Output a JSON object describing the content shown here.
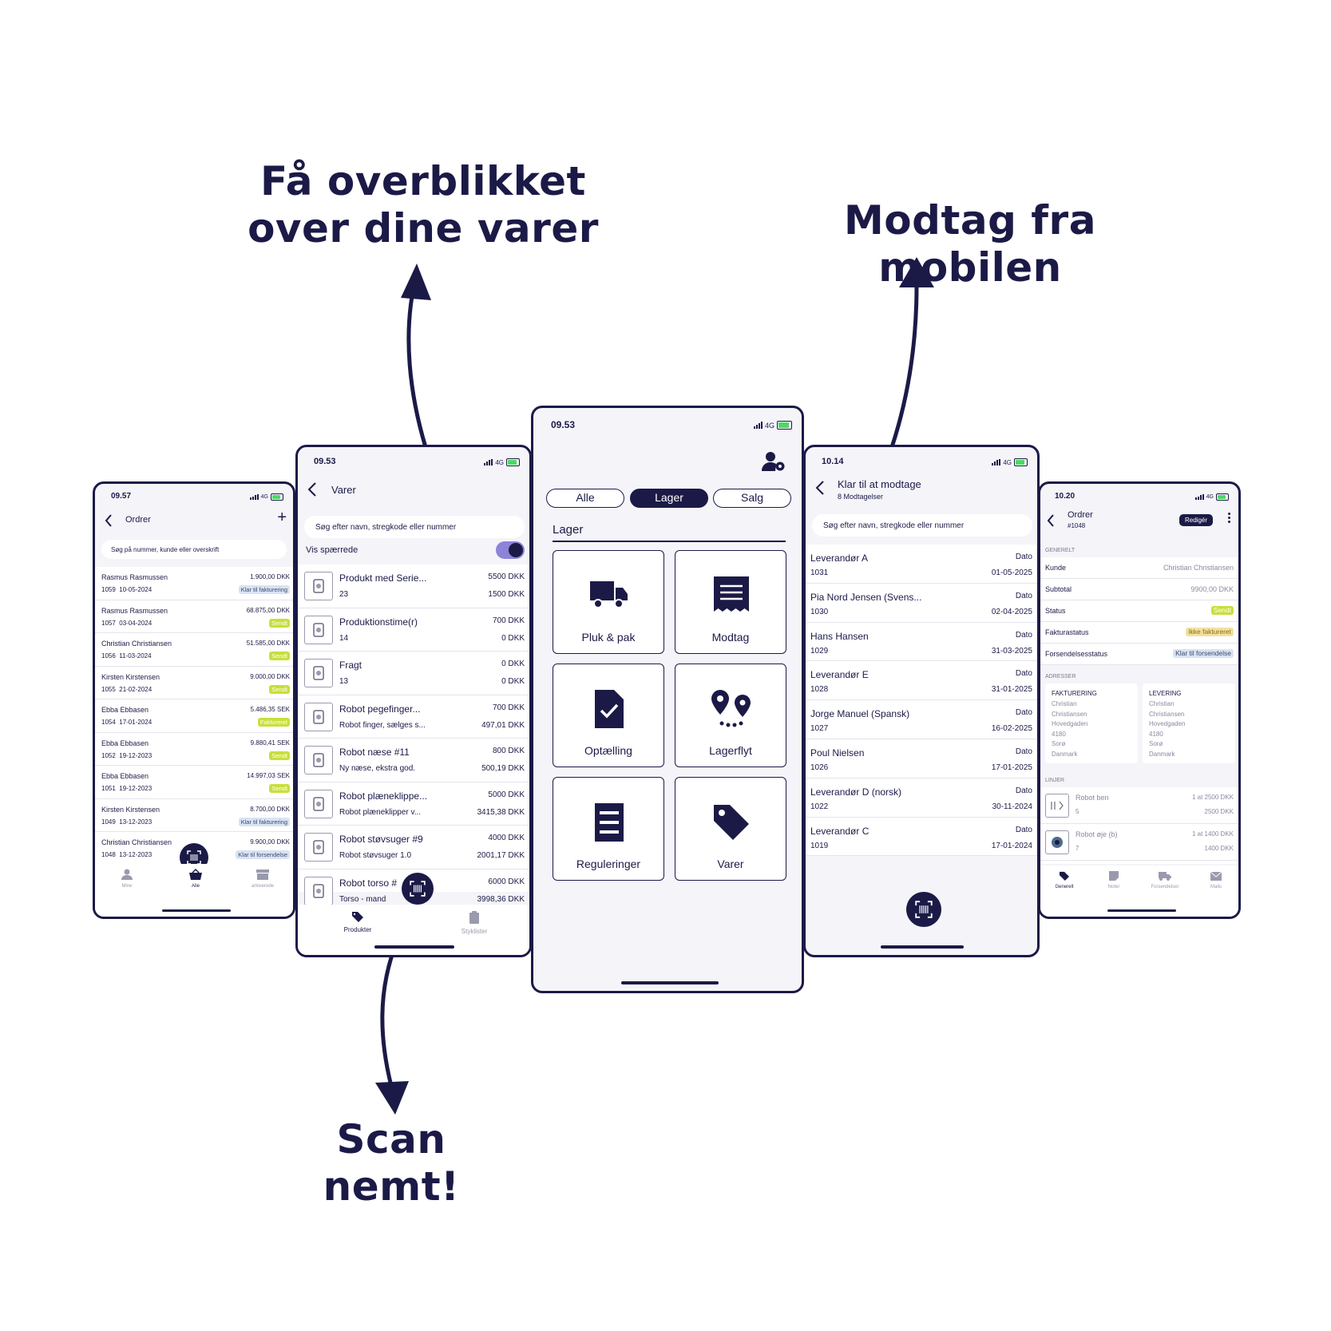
{
  "headlines": {
    "overview": "Få overblikket over dine varer",
    "receive": "Modtag fra mobilen",
    "scan": "Scan nemt!"
  },
  "colors": {
    "brand_navy": "#1b1a47",
    "badge_green": "#c8df3b",
    "badge_blue": "#d8e3f4",
    "badge_yellow": "#f3e1a0"
  },
  "orders": {
    "time": "09.57",
    "network": "4G",
    "title": "Ordrer",
    "search_placeholder": "Søg på nummer, kunde eller overskrift",
    "rows": [
      {
        "name": "Rasmus Rasmussen",
        "amount": "1.900,00 DKK",
        "meta": "1059  10-05-2024",
        "status": "Klar til fakturering",
        "style": "blue"
      },
      {
        "name": "Rasmus Rasmussen",
        "amount": "68.875,00 DKK",
        "meta": "1057  03-04-2024",
        "status": "Sendt",
        "style": "green"
      },
      {
        "name": "Christian Christiansen",
        "amount": "51.585,00 DKK",
        "meta": "1056  11-03-2024",
        "status": "Sendt",
        "style": "green"
      },
      {
        "name": "Kirsten Kirstensen",
        "amount": "9.000,00 DKK",
        "meta": "1055  21-02-2024",
        "status": "Sendt",
        "style": "green"
      },
      {
        "name": "Ebba Ebbasen",
        "amount": "5.486,35 SEK",
        "meta": "1054  17-01-2024",
        "status": "Faktureret",
        "style": "green"
      },
      {
        "name": "Ebba Ebbasen",
        "amount": "9.880,41 SEK",
        "meta": "1052  19-12-2023",
        "status": "Sendt",
        "style": "green"
      },
      {
        "name": "Ebba Ebbasen",
        "amount": "14.997,03 SEK",
        "meta": "1051  19-12-2023",
        "status": "Sendt",
        "style": "green"
      },
      {
        "name": "Kirsten Kirstensen",
        "amount": "8.700,00 DKK",
        "meta": "1049  13-12-2023",
        "status": "Klar til fakturering",
        "style": "blue"
      },
      {
        "name": "Christian Christiansen",
        "amount": "9.900,00 DKK",
        "meta": "1048  13-12-2023",
        "status": "Klar til forsendelse",
        "style": "blue"
      }
    ],
    "tabs": [
      "Mine",
      "Alle",
      "arkiverede"
    ]
  },
  "varer": {
    "time": "09.53",
    "network": "4G",
    "title": "Varer",
    "search_placeholder": "Søg efter navn, stregkode eller nummer",
    "toggle_label": "Vis spærrede",
    "rows": [
      {
        "name": "Produkt med Serie...",
        "sub": "23",
        "price": "5500 DKK",
        "cost": "1500 DKK",
        "icon": "barcode-label-icon"
      },
      {
        "name": "Produktionstime(r)",
        "sub": "14",
        "price": "700 DKK",
        "cost": "0 DKK",
        "icon": "stopwatch-icon"
      },
      {
        "name": "Fragt",
        "sub": "13",
        "price": "0 DKK",
        "cost": "0 DKK",
        "icon": "robot-figure-icon"
      },
      {
        "name": "Robot pegefinger...",
        "sub": "Robot finger, sælges s...",
        "price": "700 DKK",
        "cost": "497,01 DKK",
        "icon": "robot-finger-icon"
      },
      {
        "name": "Robot næse #11",
        "sub": "Ny næse, ekstra god.",
        "price": "800 DKK",
        "cost": "500,19 DKK",
        "icon": "robot-nose-icon"
      },
      {
        "name": "Robot plæneklippe...",
        "sub": "Robot plæneklipper v...",
        "price": "5000 DKK",
        "cost": "3415,38 DKK",
        "icon": "robot-mower-icon"
      },
      {
        "name": "Robot støvsuger #9",
        "sub": "Robot støvsuger 1.0",
        "price": "4000 DKK",
        "cost": "2001,17 DKK",
        "icon": "robot-vacuum-icon"
      },
      {
        "name": "Robot torso #",
        "sub": "Torso - mand",
        "price": "6000 DKK",
        "cost": "3998,36 DKK",
        "icon": "robot-torso-icon"
      }
    ],
    "tabs": [
      "Produkter",
      "Styklister"
    ]
  },
  "home": {
    "time": "09.53",
    "network": "4G",
    "segments": [
      "Alle",
      "Lager",
      "Salg"
    ],
    "section": "Lager",
    "tiles": [
      "Pluk & pak",
      "Modtag",
      "Optælling",
      "Lagerflyt",
      "Reguleringer",
      "Varer"
    ]
  },
  "receive": {
    "time": "10.14",
    "network": "4G",
    "title": "Klar til at modtage",
    "subtitle": "8 Modtagelser",
    "search_placeholder": "Søg efter navn, stregkode eller nummer",
    "date_label": "Dato",
    "rows": [
      {
        "name": "Leverandør A",
        "num": "1031",
        "date": "01-05-2025"
      },
      {
        "name": "Pia Nord Jensen (Svens...",
        "num": "1030",
        "date": "02-04-2025"
      },
      {
        "name": "Hans Hansen",
        "num": "1029",
        "date": "31-03-2025"
      },
      {
        "name": "Leverandør E",
        "num": "1028",
        "date": "31-01-2025"
      },
      {
        "name": "Jorge Manuel (Spansk)",
        "num": "1027",
        "date": "16-02-2025"
      },
      {
        "name": "Poul Nielsen",
        "num": "1026",
        "date": "17-01-2025"
      },
      {
        "name": "Leverandør D (norsk)",
        "num": "1022",
        "date": "30-11-2024"
      },
      {
        "name": "Leverandør C",
        "num": "1019",
        "date": "17-01-2024"
      }
    ]
  },
  "detail": {
    "time": "10.20",
    "network": "4G",
    "title": "Ordrer",
    "number": "#1048",
    "edit": "Redigér",
    "general_header": "GENERELT",
    "fields": [
      {
        "label": "Kunde",
        "value": "Christian Christiansen",
        "style": "plain"
      },
      {
        "label": "Subtotal",
        "value": "9900,00 DKK",
        "style": "plain"
      },
      {
        "label": "Status",
        "value": "Sendt",
        "style": "green"
      },
      {
        "label": "Fakturastatus",
        "value": "Ikke faktureret",
        "style": "yellow"
      },
      {
        "label": "Forsendelsesstatus",
        "value": "Klar til forsendelse",
        "style": "blue"
      }
    ],
    "address_header": "ADRESSER",
    "billing": {
      "title": "FAKTURERING",
      "lines": [
        "Christian",
        "Christiansen",
        "Hovedgaden",
        "4180",
        "Sorø",
        "Danmark"
      ]
    },
    "shipping": {
      "title": "LEVERING",
      "lines": [
        "Christian",
        "Christiansen",
        "Hovedgaden",
        "4180",
        "Sorø",
        "Danmark"
      ]
    },
    "lines_header": "LINJER",
    "lines": [
      {
        "name": "Robot ben",
        "qty": "5",
        "unit": "1 at 2500 DKK",
        "total": "2500 DKK"
      },
      {
        "name": "Robot øje (b)",
        "qty": "7",
        "unit": "1 at 1400 DKK",
        "total": "1400 DKK"
      }
    ],
    "tabs": [
      "Generelt",
      "Noter",
      "Forsendelser",
      "Mails"
    ]
  }
}
